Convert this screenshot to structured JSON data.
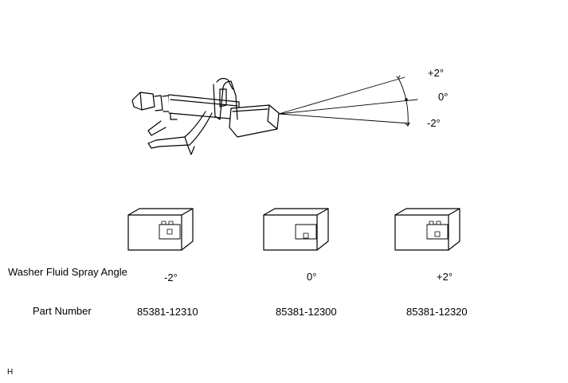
{
  "angles": {
    "plus": "+2°",
    "zero": "0°",
    "minus": "-2°"
  },
  "table": {
    "row_labels": {
      "angle": "Washer Fluid Spray Angle",
      "part": "Part Number"
    },
    "columns": [
      {
        "angle": "-2°",
        "part": "85381-12310"
      },
      {
        "angle": "0°",
        "part": "85381-12300"
      },
      {
        "angle": "+2°",
        "part": "85381-12320"
      }
    ]
  },
  "footer": {
    "code": "H"
  },
  "colors": {
    "line": "#000000",
    "background": "#ffffff"
  }
}
